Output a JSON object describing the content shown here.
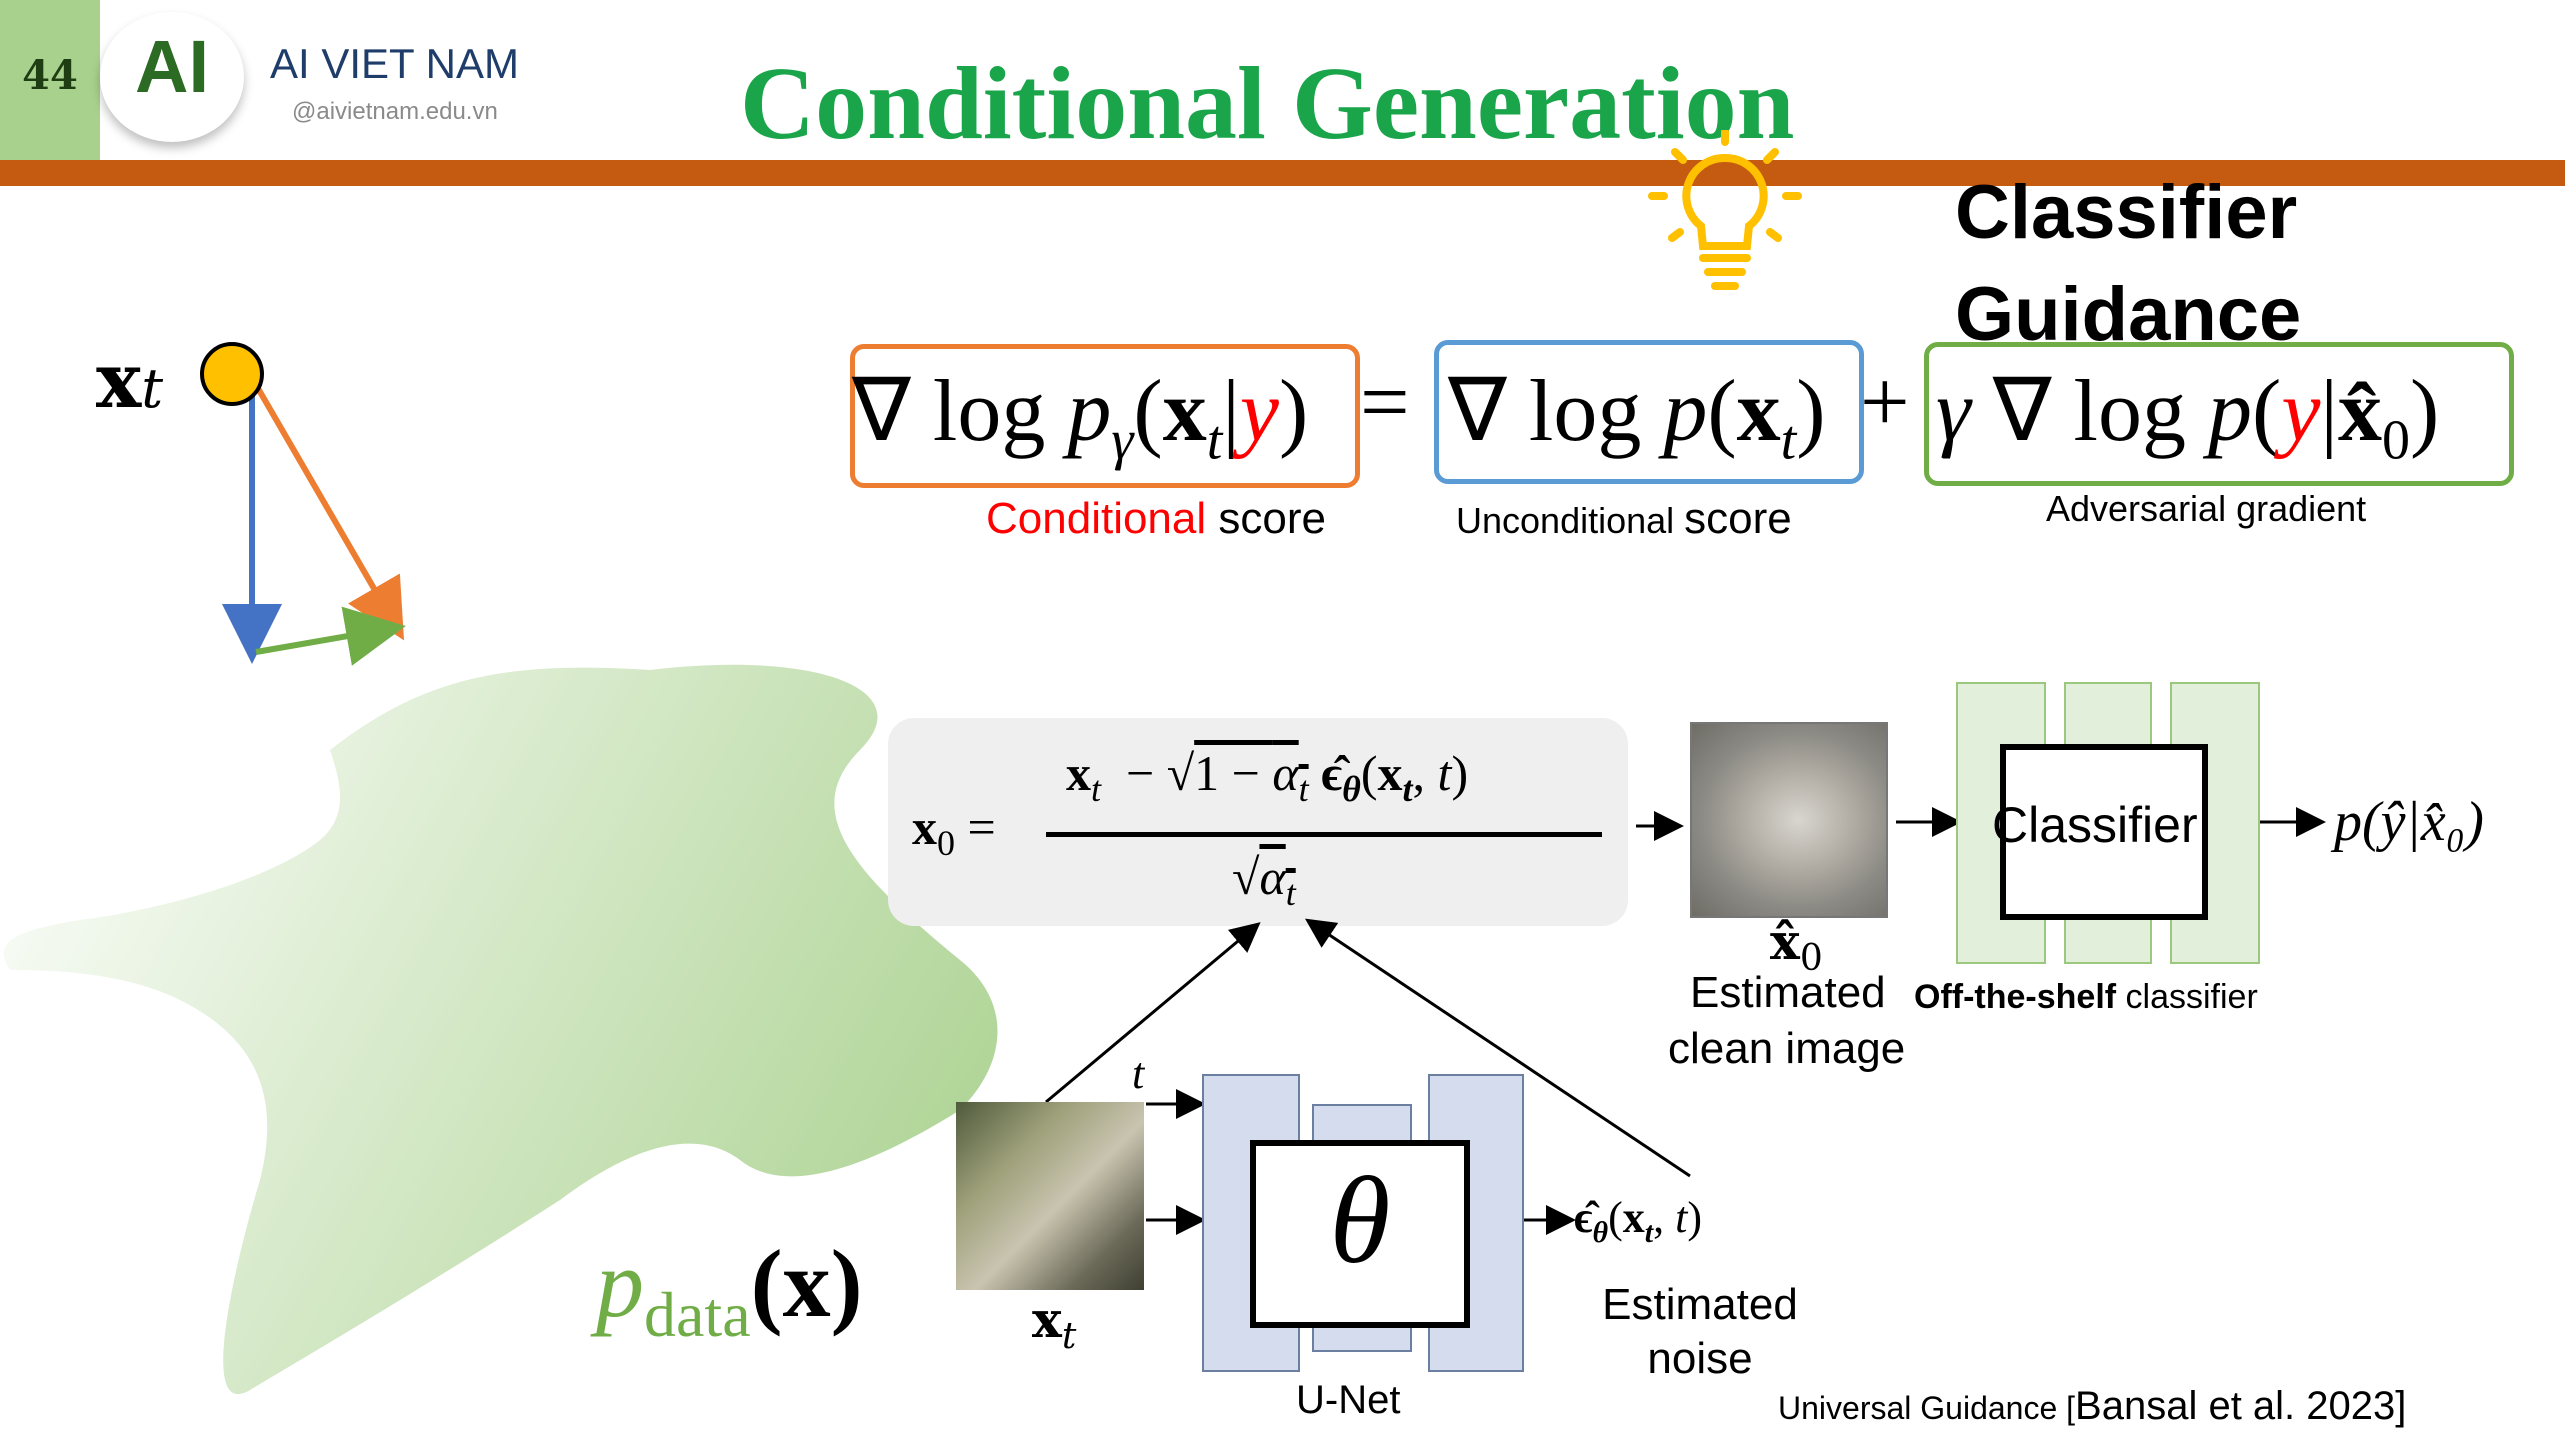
{
  "header": {
    "slide_number": "44",
    "logo_text": "AI",
    "brand_name": "AI VIET NAM",
    "brand_site": "@aivietnam.edu.vn",
    "title": "Conditional Generation"
  },
  "guidance_title": {
    "line1": "Classifier",
    "line2": "Guidance"
  },
  "equation": {
    "conditional_label_colored": "Conditional",
    "conditional_label_rest": " score",
    "unconditional_label_part1": "Unconditional ",
    "unconditional_label_part2": "score",
    "adversarial_label": "Adversarial gradient"
  },
  "diagram": {
    "xt_label": "x",
    "xt_sub": "t",
    "t_label": "t",
    "theta": "θ",
    "unet_label": "U-Net",
    "noise_output": "ϵ̂",
    "estimated_noise": "Estimated\nnoise",
    "x0_hat": "x̂",
    "estimated_clean_line1": "Estimated",
    "estimated_clean_line2": "clean image",
    "classifier_label": "Classifier",
    "offshelf_bold": "Off-the-shelf",
    "offshelf_rest": " classifier",
    "classifier_output": "p(ŷ|x̂₀)",
    "pdata_p": "p",
    "pdata_sub": "data",
    "pdata_arg": "(x)"
  },
  "citation": {
    "prefix": "Universal Guidance [",
    "ref": "Bansal et al. 2023]"
  },
  "colors": {
    "title_green": "#1aa54b",
    "bar_orange": "#c55a11",
    "bar_green": "#a9d18e",
    "box_orange": "#ed7d31",
    "box_blue": "#5b9bd5",
    "box_green": "#70ad47",
    "red": "#ff0000",
    "star_green": "#a9d18e",
    "dot_yellow": "#ffc000"
  }
}
